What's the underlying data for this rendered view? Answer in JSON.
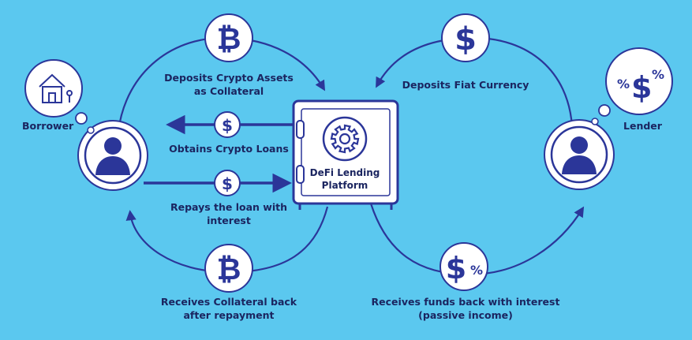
{
  "colors": {
    "background": "#5bc8ef",
    "line": "#2b3699",
    "icon_fill": "#ffffff",
    "text": "#1b2560"
  },
  "actors": {
    "borrower": {
      "label": "Borrower",
      "icon": "person-icon",
      "thought_icon": "house-icon"
    },
    "lender": {
      "label": "Lender",
      "icon": "person-icon",
      "thought_icon": "percent-dollar-icon"
    }
  },
  "platform": {
    "line1": "DeFi Lending",
    "line2": "Platform",
    "icon": "gear-vault-icon"
  },
  "flows": {
    "deposit_collateral": {
      "line1": "Deposits Crypto Assets",
      "line2": "as Collateral",
      "icon": "bitcoin-icon"
    },
    "obtain_loans": {
      "line1": "Obtains Crypto Loans",
      "icon": "dollar-icon"
    },
    "repay_loan": {
      "line1": "Repays the loan with",
      "line2": "interest",
      "icon": "dollar-icon"
    },
    "receive_collateral": {
      "line1": "Receives Collateral back",
      "line2": "after repayment",
      "icon": "bitcoin-icon"
    },
    "deposit_fiat": {
      "line1": "Deposits Fiat Currency",
      "icon": "dollar-icon"
    },
    "receive_funds": {
      "line1": "Receives funds back with interest",
      "line2": "(passive income)",
      "icon": "dollar-percent-icon"
    }
  },
  "glyphs": {
    "bitcoin": "₿",
    "dollar": "$",
    "percent": "%"
  }
}
